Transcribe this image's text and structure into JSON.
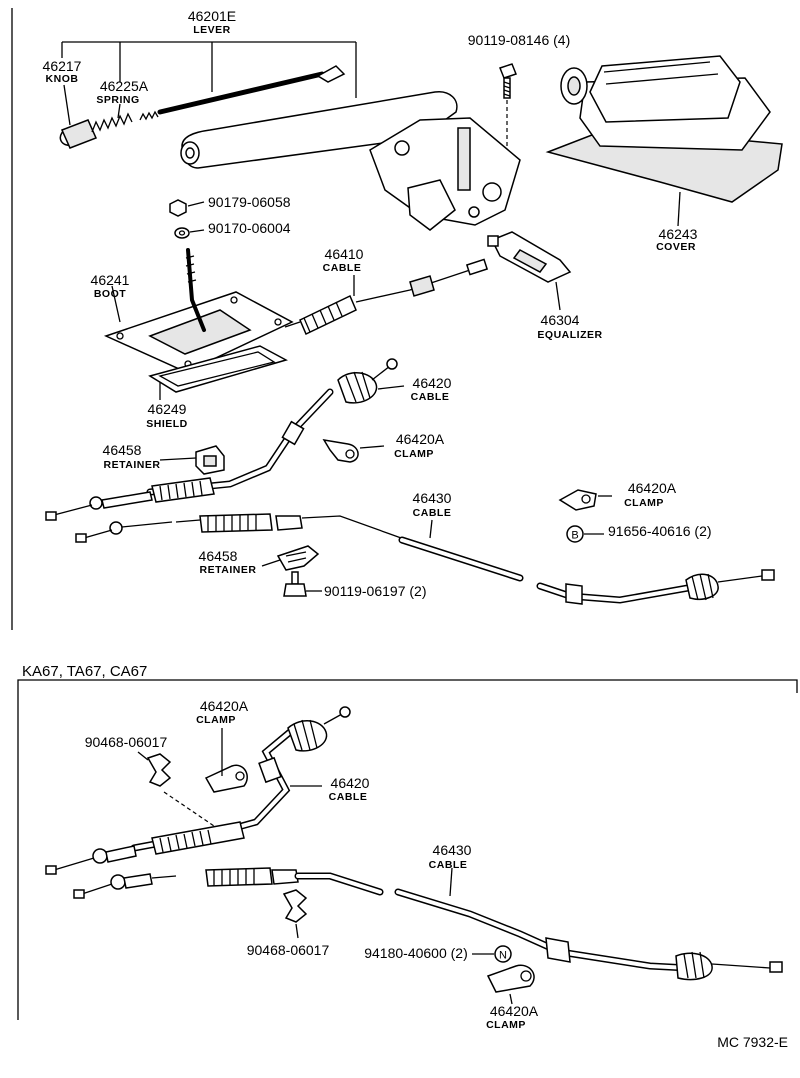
{
  "sections": {
    "variant_header": "KA67, TA67, CA67",
    "drawing_code": "MC 7932-E"
  },
  "callouts": {
    "lever": {
      "part": "46201E",
      "name": "LEVER"
    },
    "knob": {
      "part": "46217",
      "name": "KNOB"
    },
    "spring": {
      "part": "46225A",
      "name": "SPRING"
    },
    "bolt_top": {
      "part": "90119-08146 (4)"
    },
    "cover": {
      "part": "46243",
      "name": "COVER"
    },
    "nut_1": {
      "part": "90179-06058"
    },
    "washer_1": {
      "part": "90170-06004"
    },
    "cable_front": {
      "part": "46410",
      "name": "CABLE"
    },
    "boot": {
      "part": "46241",
      "name": "BOOT"
    },
    "equalizer": {
      "part": "46304",
      "name": "EQUALIZER"
    },
    "shield": {
      "part": "46249",
      "name": "SHIELD"
    },
    "cable_rh": {
      "part": "46420",
      "name": "CABLE"
    },
    "retainer_1": {
      "part": "46458",
      "name": "RETAINER"
    },
    "clamp_1": {
      "part": "46420A",
      "name": "CLAMP"
    },
    "clamp_2": {
      "part": "46420A",
      "name": "CLAMP"
    },
    "cable_lh": {
      "part": "46430",
      "name": "CABLE"
    },
    "bolt_b": {
      "part": "91656-40616 (2)",
      "letter": "B"
    },
    "retainer_2": {
      "part": "46458",
      "name": "RETAINER"
    },
    "bolt_2": {
      "part": "90119-06197 (2)"
    },
    "clamp_3": {
      "part": "46420A",
      "name": "CLAMP"
    },
    "clip_1": {
      "part": "90468-06017"
    },
    "cable_rh_2": {
      "part": "46420",
      "name": "CABLE"
    },
    "cable_lh_2": {
      "part": "46430",
      "name": "CABLE"
    },
    "clip_2": {
      "part": "90468-06017"
    },
    "nut_n": {
      "part": "94180-40600 (2)",
      "letter": "N"
    },
    "clamp_4": {
      "part": "46420A",
      "name": "CLAMP"
    }
  }
}
